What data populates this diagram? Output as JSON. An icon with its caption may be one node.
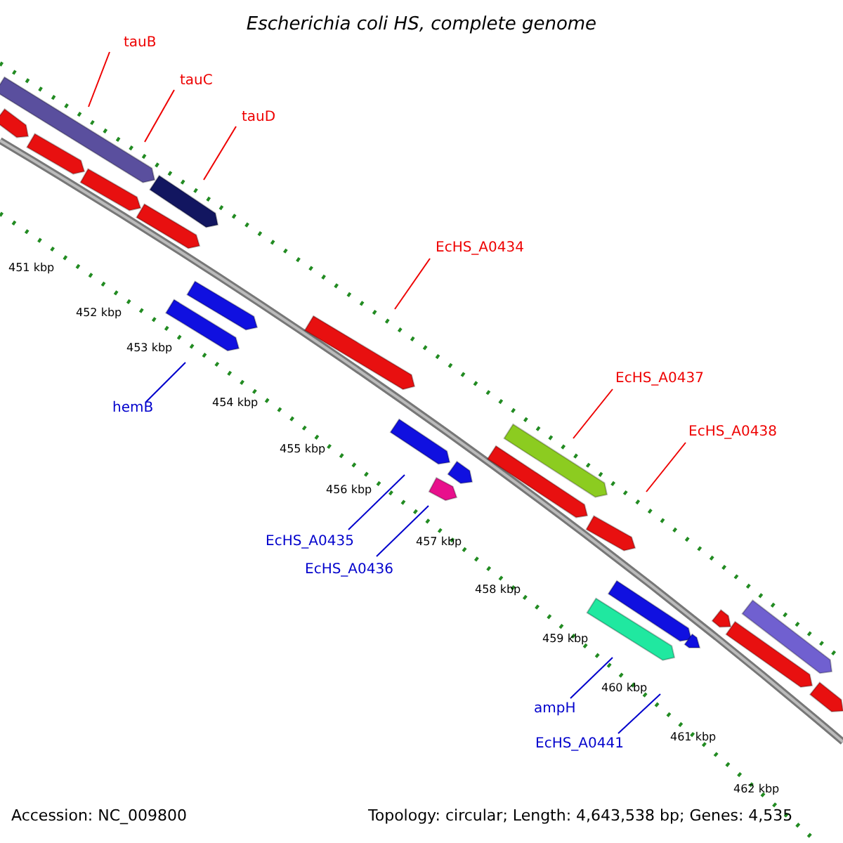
{
  "diagram": {
    "title": "Escherichia coli HS, complete genome",
    "nodes": [
      {
        "text": [
          "tauB"
        ]
      },
      {
        "text": [
          "tauC"
        ]
      },
      {
        "text": [
          "tauD"
        ]
      },
      {
        "text": [
          "EcHS_A0434"
        ]
      },
      {
        "text": [
          "EcHS_A0437"
        ]
      },
      {
        "text": [
          "EcHS_A0438"
        ]
      },
      {
        "text": [
          "hemB"
        ]
      },
      {
        "text": [
          "EcHS_A0435"
        ]
      },
      {
        "text": [
          "EcHS_A0436"
        ]
      },
      {
        "text": [
          "ampH"
        ]
      },
      {
        "text": [
          "EcHS_A0441"
        ]
      }
    ],
    "edges": [
      {
        "from": 0,
        "to": null,
        "arrow": "none"
      },
      {
        "from": 1,
        "to": null,
        "arrow": "none"
      },
      {
        "from": 2,
        "to": null,
        "arrow": "none"
      },
      {
        "from": 3,
        "to": null,
        "arrow": "none"
      },
      {
        "from": 4,
        "to": null,
        "arrow": "none"
      },
      {
        "from": 5,
        "to": null,
        "arrow": "none"
      },
      {
        "from": 6,
        "to": null,
        "arrow": "none",
        "color": "#0000cc"
      },
      {
        "from": 7,
        "to": null,
        "arrow": "none",
        "color": "#0000cc"
      },
      {
        "from": 8,
        "to": null,
        "arrow": "none",
        "color": "#0000cc"
      },
      {
        "from": 9,
        "to": null,
        "arrow": "none",
        "color": "#0000cc"
      },
      {
        "from": 10,
        "to": null,
        "arrow": "none",
        "color": "#0000cc"
      }
    ],
    "labels": [
      "451 kbp",
      "452 kbp",
      "453 kbp",
      "454 kbp",
      "455 kbp",
      "456 kbp",
      "457 kbp",
      "458 kbp",
      "459 kbp",
      "460 kbp",
      "461 kbp",
      "462 kbp",
      "Accession: NC_009800",
      "Topology: circular; Length: 4,643,538 bp; Genes: 4,535"
    ]
  }
}
